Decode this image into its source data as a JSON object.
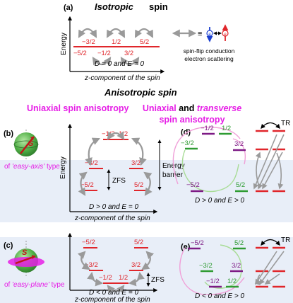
{
  "panel_a": {
    "label": "(a)",
    "title_italic": "Isotropic",
    "title_rest": " spin",
    "y_axis": "Energy",
    "x_axis": "z-component of the spin",
    "levels_top": [
      "−3/2",
      "1/2",
      "5/2"
    ],
    "levels_bottom": [
      "−5/2",
      "−1/2",
      "3/2"
    ],
    "condition": "D = 0 and E = 0",
    "legend_line1": "spin-flip conduction",
    "legend_line2": "electron scattering"
  },
  "anisotropic_heading": "Anisotropic spin",
  "uniaxial_heading": "Uniaxial spin anisotropy",
  "transverse_heading_line1_a": "Uniaxial",
  "transverse_heading_line1_b": " and ",
  "transverse_heading_line1_c": "transverse",
  "transverse_heading_line2": "spin anisotropy",
  "panel_b": {
    "label": "(b)",
    "sphere_label": "S",
    "caption_prefix": "of ",
    "caption_type": "'easy-axis'",
    "caption_suffix": " type",
    "y_axis": "Energy",
    "x_axis": "z-component of the spin",
    "levels": [
      "−1/2",
      "1/2",
      "−3/2",
      "3/2",
      "−5/2",
      "5/2"
    ],
    "zfs": "ZFS",
    "barrier_line1": "Energy",
    "barrier_line2": "barrier",
    "condition": "D > 0 and E = 0"
  },
  "panel_c": {
    "label": "(c)",
    "sphere_label": "S",
    "caption_prefix": "of ",
    "caption_type": "'easy-plane'",
    "caption_suffix": " type",
    "levels": [
      "−5/2",
      "5/2",
      "−3/2",
      "3/2",
      "−1/2",
      "1/2"
    ],
    "zfs": "ZFS",
    "x_axis": "z-component of the spin",
    "condition": "D < 0 and E = 0"
  },
  "panel_d": {
    "label": "(d)",
    "levels": [
      "−1/2",
      "1/2",
      "−3/2",
      "3/2",
      "−5/2",
      "5/2"
    ],
    "tr": "TR",
    "condition": "D > 0 and E > 0"
  },
  "panel_e": {
    "label": "(e)",
    "levels": [
      "−5/2",
      "5/2",
      "−3/2",
      "3/2",
      "−1/2",
      "1/2"
    ],
    "tr": "TR",
    "condition": "D < 0 and E > 0"
  },
  "colors": {
    "level_red": "#e0262b",
    "magenta": "#e61ee6",
    "green": "#2e9b32",
    "purple": "#7d1a85",
    "panel_bg": "#e8eef8",
    "arrow_gray": "#9a9a9a"
  }
}
